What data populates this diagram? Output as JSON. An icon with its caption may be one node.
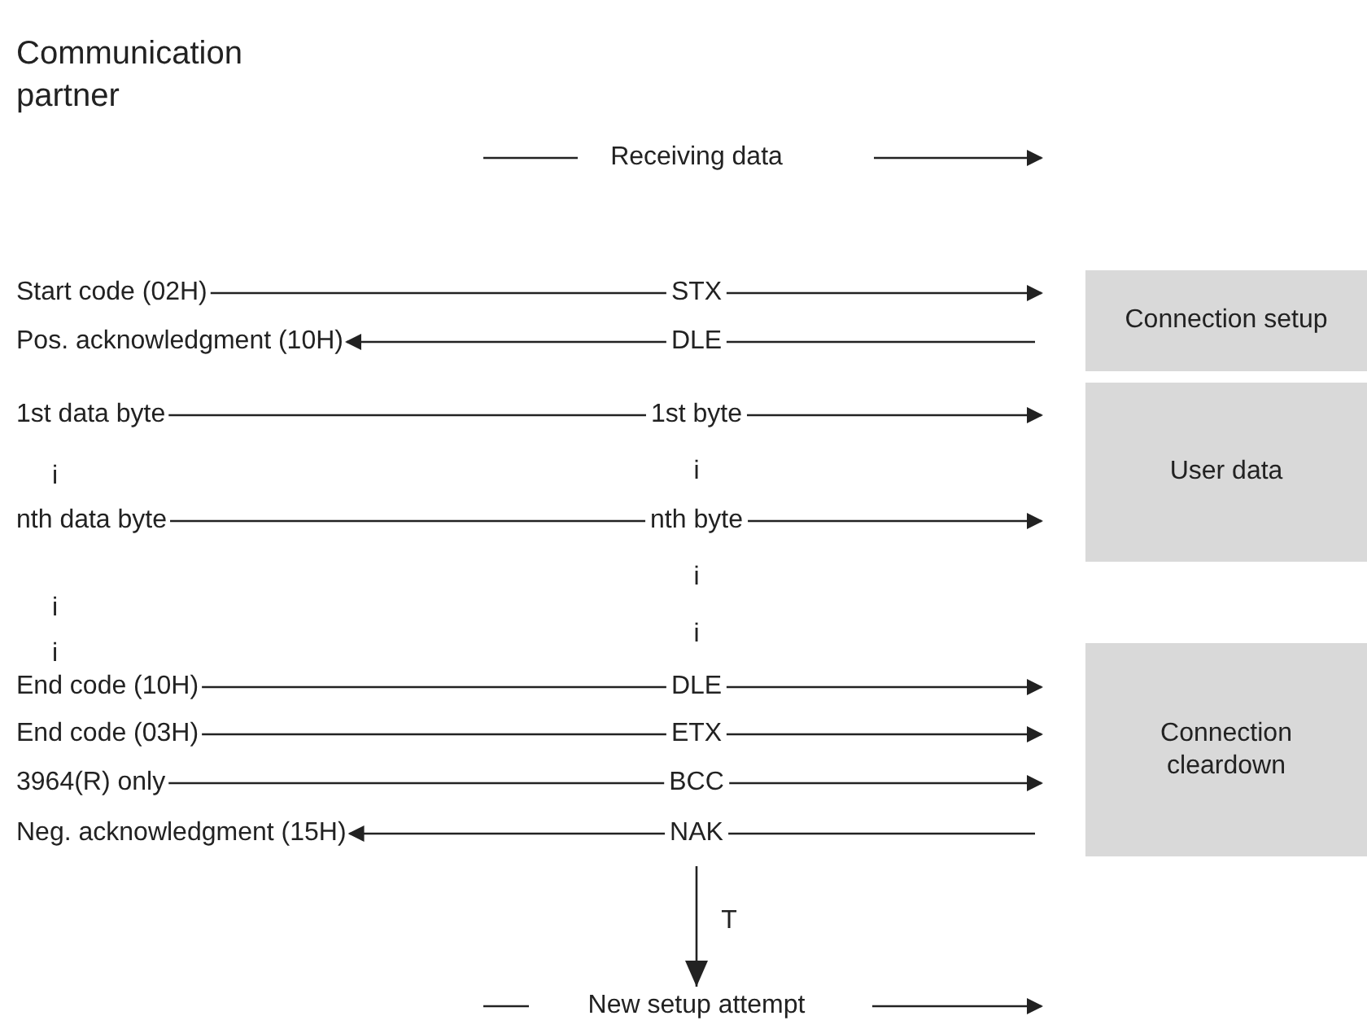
{
  "diagram": {
    "nodes": [
      {
        "text": [
          "Start code (02H)"
        ]
      },
      {
        "text": [
          "Pos. acknowledgment (10H)"
        ]
      },
      {
        "text": [
          "1st data byte"
        ]
      },
      {
        "text": [
          "nth data byte"
        ]
      },
      {
        "text": [
          "End code (10H)"
        ]
      },
      {
        "text": [
          "End code (03H)"
        ]
      },
      {
        "text": [
          "3964(R) only"
        ]
      },
      {
        "text": [
          "Neg. acknowledgment (15H)"
        ]
      },
      {
        "text": [
          "Connection setup"
        ]
      },
      {
        "text": [
          "User data"
        ]
      },
      {
        "text": [
          "Connection cleardown"
        ]
      },
      {
        "text": [
          "New setup attempt"
        ]
      }
    ],
    "edges": [
      {
        "from": 0,
        "to": null,
        "arrow": "to",
        "label": "STX"
      },
      {
        "from": null,
        "to": 1,
        "arrow": "to",
        "label": "DLE"
      },
      {
        "from": 2,
        "to": null,
        "arrow": "to",
        "label": "1st byte"
      },
      {
        "from": 3,
        "to": null,
        "arrow": "to",
        "label": "nth byte"
      },
      {
        "from": 4,
        "to": null,
        "arrow": "to",
        "label": "DLE"
      },
      {
        "from": 5,
        "to": null,
        "arrow": "to",
        "label": "ETX"
      },
      {
        "from": 6,
        "to": null,
        "arrow": "to",
        "label": "BCC"
      },
      {
        "from": null,
        "to": 7,
        "arrow": "to",
        "label": "NAK"
      },
      {
        "from": null,
        "to": 11,
        "arrow": "to",
        "label": "T"
      }
    ],
    "labels": [
      "Communication partner",
      "Receiving data",
      "i",
      "i",
      "i",
      "i",
      "i",
      "i"
    ]
  }
}
